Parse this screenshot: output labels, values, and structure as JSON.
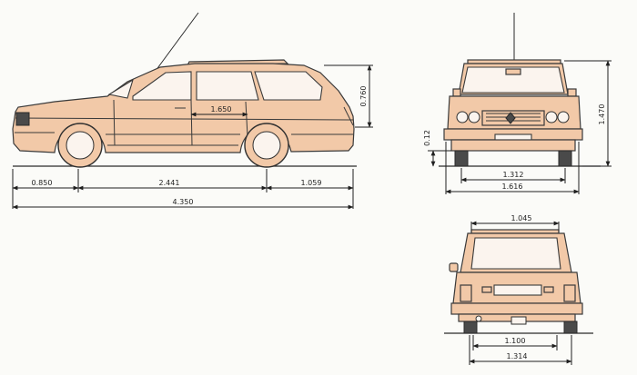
{
  "side_view": {
    "front_overhang": "0.850",
    "wheelbase": "2.441",
    "rear_overhang": "1.059",
    "overall_length": "4.350",
    "cabin_length": "1.650",
    "roof_height": "0.760"
  },
  "front_view": {
    "front_track": "1.312",
    "overall_width": "1.616",
    "ground_clearance": "0.12",
    "overall_height": "1.470"
  },
  "rear_view": {
    "load_opening_width": "1.045",
    "inner_width": "1.100",
    "rear_track": "1.314"
  }
}
